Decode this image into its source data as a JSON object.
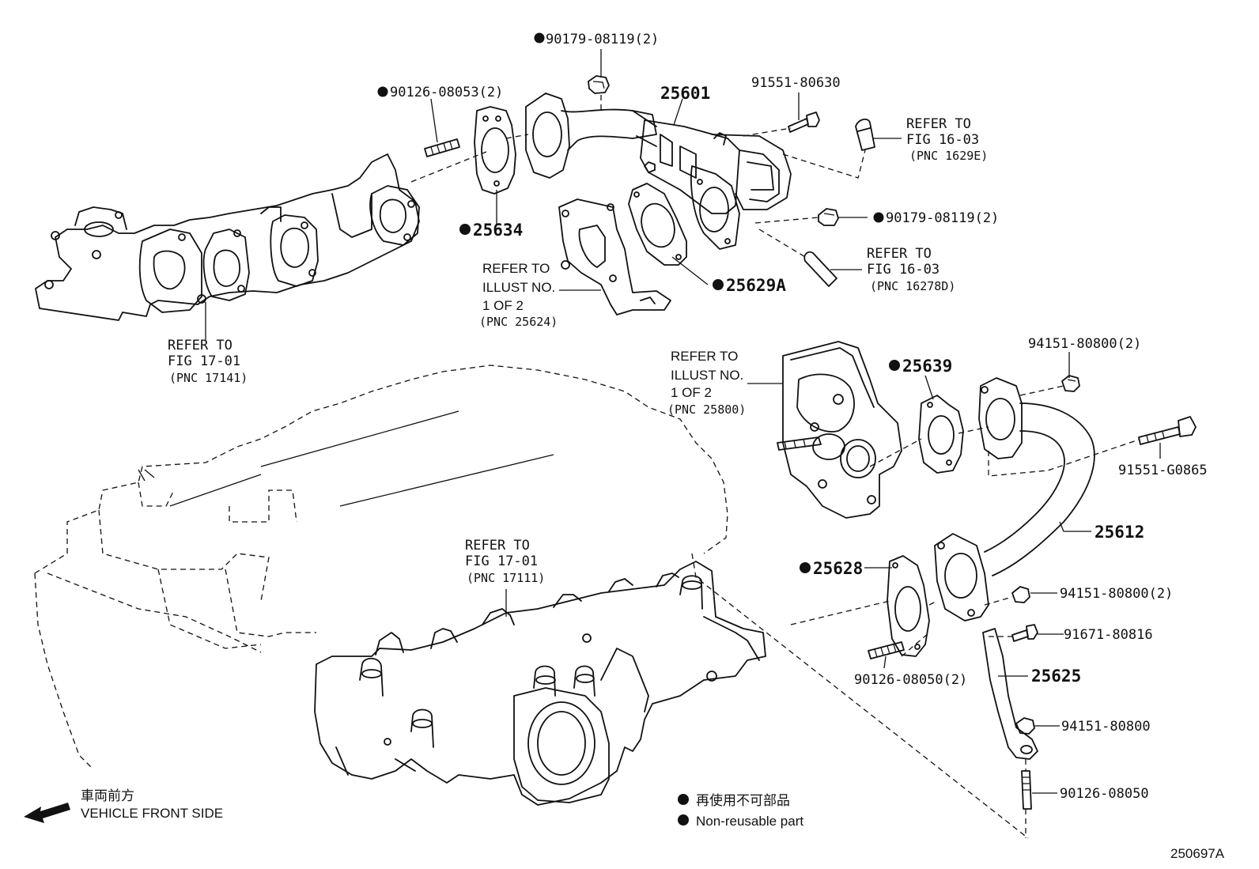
{
  "labels": {
    "p1": "90179-08119(2)",
    "p2": "90126-08053(2)",
    "p3": "25601",
    "p4": "91551-80630",
    "ref1_l1": "REFER TO",
    "ref1_l2": "FIG 16-03",
    "ref1_l3": "(PNC 1629E)",
    "p5": "90179-08119(2)",
    "p6": "25634",
    "ref2_l1": "REFER TO",
    "ref2_l2": "FIG 16-03",
    "ref2_l3": "(PNC 16278D)",
    "ref3_l1": "REFER TO",
    "ref3_l2": "ILLUST NO.",
    "ref3_l3": "1 OF 2",
    "ref3_l4": "(PNC 25624)",
    "p7": "25629A",
    "ref4_l1": "REFER TO",
    "ref4_l2": "FIG 17-01",
    "ref4_l3": "(PNC 17141)",
    "ref5_l1": "REFER TO",
    "ref5_l2": "ILLUST NO.",
    "ref5_l3": "1 OF 2",
    "ref5_l4": "(PNC 25800)",
    "p8": "25639",
    "p9": "94151-80800(2)",
    "p10": "91551-G0865",
    "p11": "25612",
    "ref6_l1": "REFER TO",
    "ref6_l2": "FIG 17-01",
    "ref6_l3": "(PNC 17111)",
    "p12": "25628",
    "p13": "94151-80800(2)",
    "p14": "91671-80816",
    "p15": "90126-08050(2)",
    "p16": "25625",
    "p17": "94151-80800",
    "p18": "90126-08050",
    "front_jp": "車両前方",
    "front_en": "VEHICLE FRONT SIDE",
    "legend_jp": "再使用不可部品",
    "legend_en": "Non-reusable part",
    "illus_id": "250697A"
  },
  "icons": {
    "bullet": "filled-circle",
    "front_arrow": "arrow-left-icon"
  }
}
